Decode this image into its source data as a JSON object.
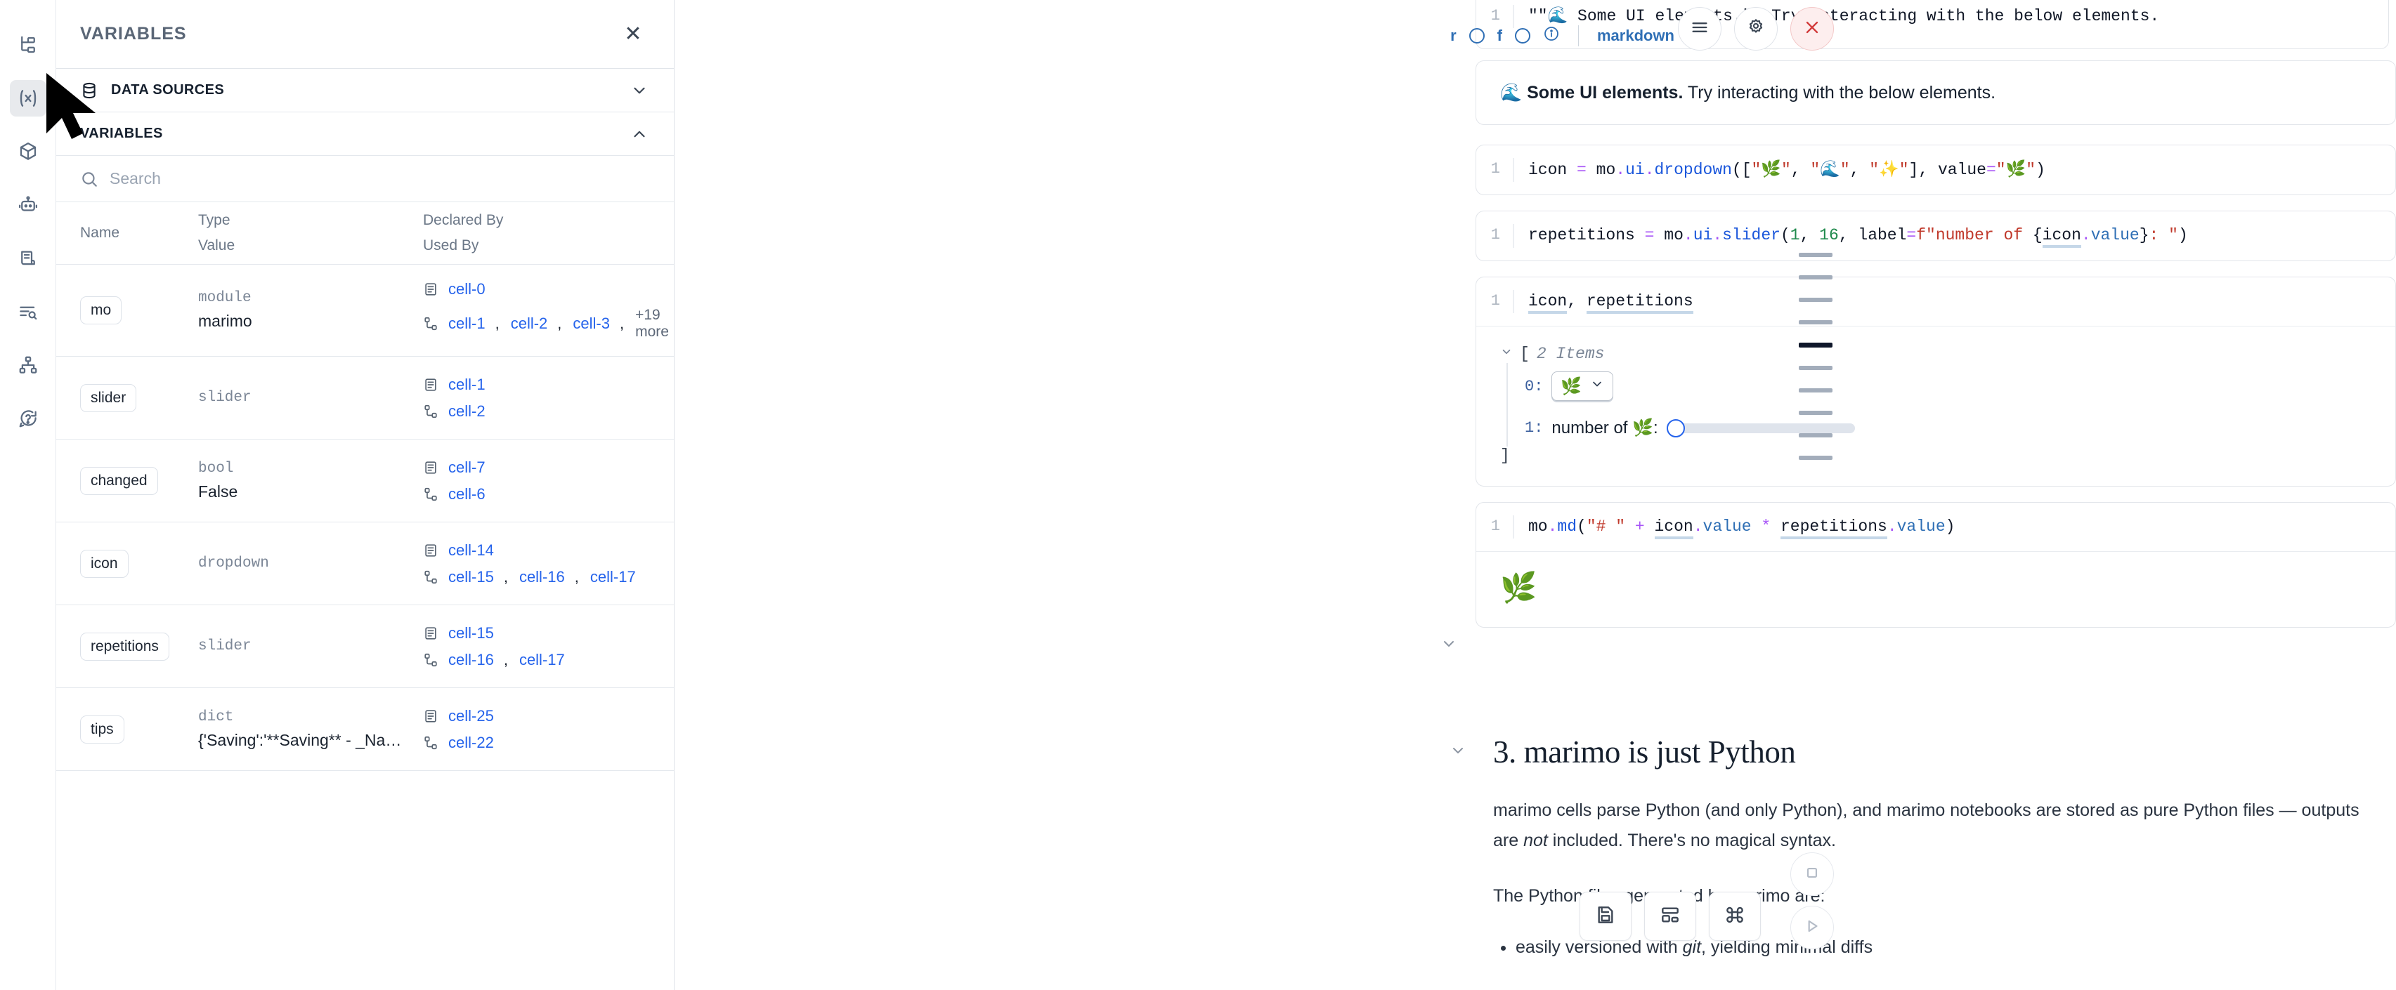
{
  "rail": {
    "items": [
      {
        "name": "file-explorer-icon",
        "active": false
      },
      {
        "name": "variables-icon",
        "active": true
      },
      {
        "name": "package-icon",
        "active": false
      },
      {
        "name": "robot-icon",
        "active": false
      },
      {
        "name": "notebook-icon",
        "active": false
      },
      {
        "name": "logs-search-icon",
        "active": false
      },
      {
        "name": "dependency-graph-icon",
        "active": false
      },
      {
        "name": "help-icon",
        "active": false
      }
    ]
  },
  "panel": {
    "title": "VARIABLES",
    "close_label": "✕",
    "sections": [
      {
        "label": "DATA SOURCES",
        "icon": "database-icon",
        "expanded": false,
        "chevron": "down"
      },
      {
        "label": "VARIABLES",
        "icon": "",
        "expanded": true,
        "chevron": "up"
      }
    ],
    "search": {
      "placeholder": "Search",
      "value": ""
    },
    "table": {
      "headers": {
        "name": "Name",
        "type": "Type",
        "value": "Value",
        "declared_by": "Declared By",
        "used_by": "Used By"
      },
      "rows": [
        {
          "name": "mo",
          "type": "module",
          "value": "marimo",
          "declared_by": [
            "cell-0"
          ],
          "used_by": [
            "cell-1",
            "cell-2",
            "cell-3"
          ],
          "used_by_more": "+19 more"
        },
        {
          "name": "slider",
          "type": "slider",
          "value": "",
          "declared_by": [
            "cell-1"
          ],
          "used_by": [
            "cell-2"
          ],
          "used_by_more": ""
        },
        {
          "name": "changed",
          "type": "bool",
          "value": "False",
          "declared_by": [
            "cell-7"
          ],
          "used_by": [
            "cell-6"
          ],
          "used_by_more": ""
        },
        {
          "name": "icon",
          "type": "dropdown",
          "value": "",
          "declared_by": [
            "cell-14"
          ],
          "used_by": [
            "cell-15",
            "cell-16",
            "cell-17"
          ],
          "used_by_more": ""
        },
        {
          "name": "repetitions",
          "type": "slider",
          "value": "",
          "declared_by": [
            "cell-15"
          ],
          "used_by": [
            "cell-16",
            "cell-17"
          ],
          "used_by_more": ""
        },
        {
          "name": "tips",
          "type": "dict",
          "value": "{'Saving':'**Saving** - _Na…",
          "declared_by": [
            "cell-25"
          ],
          "used_by": [
            "cell-22"
          ],
          "used_by_more": ""
        }
      ]
    }
  },
  "notebook": {
    "clipped_cell": {
      "lineno": "1",
      "text": "\"\"🌊 Some UI elements.\"\" Try interacting with the below elements."
    },
    "cell_toolbar": {
      "r_label": "r",
      "f_label": "f",
      "info_icon": "info-icon",
      "language": "markdown"
    },
    "round_buttons": [
      {
        "name": "cell-menu-button",
        "glyph": "hamburger-icon"
      },
      {
        "name": "cell-settings-button",
        "glyph": "gear-icon"
      },
      {
        "name": "cell-delete-button",
        "glyph": "close-icon"
      }
    ],
    "markdown_output": {
      "emoji": "🌊",
      "bold": "Some UI elements.",
      "rest": " Try interacting with the below elements."
    },
    "cells": [
      {
        "id": "cell-dropdown",
        "lineno": "1",
        "code_plain": "icon = mo.ui.dropdown([\"🌿\", \"🌊\", \"✨\"], value=\"🌿\")"
      },
      {
        "id": "cell-slider",
        "lineno": "1",
        "code_plain": "repetitions = mo.ui.slider(1, 16, label=f\"number of {icon.value}: \")"
      },
      {
        "id": "cell-display",
        "lineno": "1",
        "code_plain": "icon, repetitions",
        "output": {
          "header": "2 Items",
          "bracket_open": "[",
          "bracket_close": "]",
          "items": [
            {
              "index": "0:",
              "kind": "dropdown",
              "selected": "🌿"
            },
            {
              "index": "1:",
              "kind": "slider",
              "label": "number of 🌿:",
              "value": 1,
              "min": 1,
              "max": 16
            }
          ]
        }
      },
      {
        "id": "cell-md",
        "lineno": "1",
        "code_plain": "mo.md(\"# \" + icon.value * repetitions.value)",
        "output_emoji": "🌿"
      }
    ],
    "prose": {
      "heading": "3. marimo is just Python",
      "paragraph1_a": "marimo cells parse Python (and only Python), and marimo notebooks are stored as pure Python files — outputs are ",
      "paragraph1_em": "not",
      "paragraph1_b": " included. There's no magical syntax.",
      "paragraph2": "The Python files generated by marimo are:",
      "bullets": [
        {
          "a": "easily versioned with ",
          "em": "git",
          "b": ", yielding minimal diffs"
        }
      ]
    },
    "minimap": {
      "count": 10,
      "current_index": 4
    },
    "bottom_toolbar": [
      {
        "name": "save-button",
        "glyph": "save-icon"
      },
      {
        "name": "layout-button",
        "glyph": "layout-icon"
      },
      {
        "name": "command-palette-button",
        "glyph": "command-icon"
      }
    ],
    "side_controls": [
      {
        "name": "stop-button",
        "glyph": "stop-icon"
      },
      {
        "name": "run-button",
        "glyph": "play-icon"
      }
    ]
  },
  "colors": {
    "link": "#2563eb",
    "accent": "#2f6fb5",
    "danger": "#d23b3b",
    "muted": "#7b8696"
  }
}
